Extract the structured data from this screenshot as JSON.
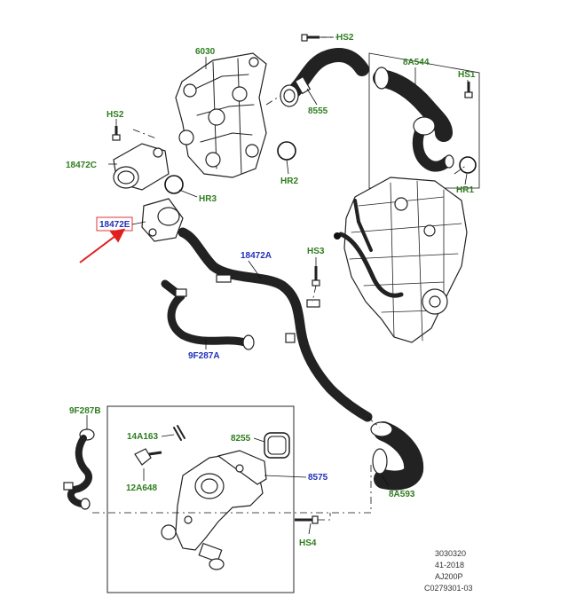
{
  "callouts": {
    "hs2_top": "HS2",
    "p6030": "6030",
    "p8a544": "8A544",
    "hs1": "HS1",
    "p8555": "8555",
    "hs2_left": "HS2",
    "p18472c": "18472C",
    "hr3": "HR3",
    "hr2": "HR2",
    "hr1": "HR1",
    "p18472e": "18472E",
    "p18472a": "18472A",
    "hs3": "HS3",
    "p9f287a": "9F287A",
    "p9f287b": "9F287B",
    "p14a163": "14A163",
    "p8255": "8255",
    "p8575": "8575",
    "p12a648": "12A648",
    "p8a593": "8A593",
    "hs4": "HS4"
  },
  "footer": {
    "line1": "3030320",
    "line2": "41-2018",
    "line3": "AJ200P",
    "line4": "C0279301-03"
  },
  "colors": {
    "part_number_green": "#2e7d1e",
    "highlight_blue": "#1f2fb8",
    "highlight_box_red": "#e02020",
    "pointer_arrow_red": "#e02020"
  }
}
